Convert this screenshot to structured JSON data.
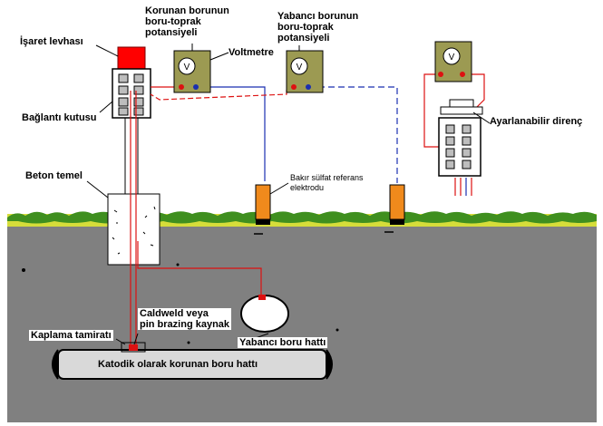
{
  "labels": {
    "sign_plate": "İşaret levhası",
    "protected_potential": "Korunan borunun\nboru-toprak\npotansiyeli",
    "foreign_potential": "Yabancı borunun\nboru-toprak\npotansiyeli",
    "voltmeter": "Voltmetre",
    "junction_box": "Bağlantı kutusu",
    "adjustable_resistor": "Ayarlanabilir direnç",
    "concrete_base": "Beton temel",
    "reference_electrode": "Bakır sülfat referans\nelektrodu",
    "weld": "Caldweld veya\npin brazing kaynak",
    "coating_repair": "Kaplama tamiratı",
    "foreign_pipeline": "Yabancı boru hattı",
    "protected_pipeline": "Katodik olarak korunan boru hattı"
  },
  "meter_symbol": "V",
  "colors": {
    "sign_red": "#ff0000",
    "meter_body": "#9c9a52",
    "soil": "#808080",
    "grass": "#3f8f1f",
    "ground_band": "#d6dd3a",
    "electrode": "#f08a1c",
    "wire_red": "#dd1111",
    "wire_blue": "#1a2fb0",
    "concrete": "#ffffff",
    "pipe": "#d9d9d9"
  }
}
